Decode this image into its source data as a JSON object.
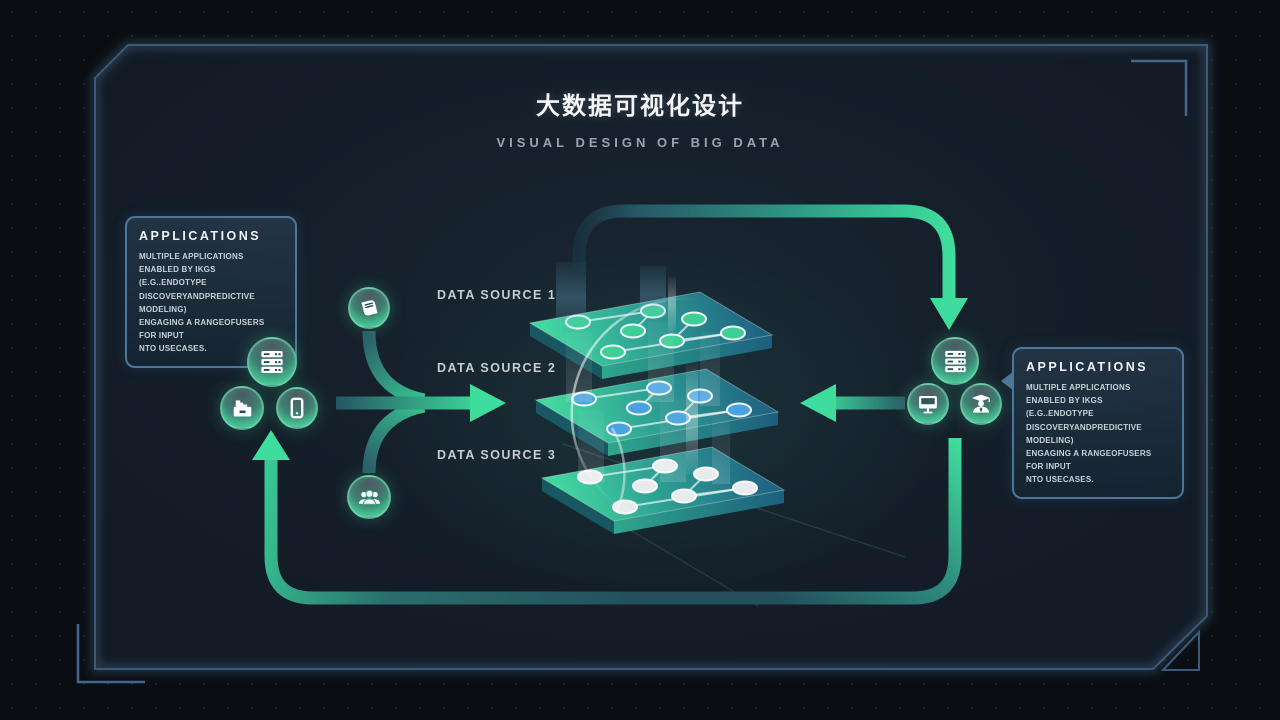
{
  "header": {
    "title_cn": "大数据可视化设计",
    "title_en": "VISUAL DESIGN OF BIG DATA"
  },
  "callouts": {
    "left": {
      "title": "APPLICATIONS",
      "body": "MULTIPLE APPLICATIONS\nENABLED BY IKGS (E.G..ENDOTYPE\nDISCOVERYANDPREDICTIVE MODELING)\nENGAGING A RANGEOFUSERS FOR INPUT\nNTO USECASES."
    },
    "right": {
      "title": "APPLICATIONS",
      "body": "MULTIPLE APPLICATIONS\nENABLED BY IKGS (E.G..ENDOTYPE\nDISCOVERYANDPREDICTIVE MODELING)\nENGAGING A RANGEOFUSERS FOR INPUT\nNTO USECASES."
    }
  },
  "data_sources": [
    {
      "label": "DATA SOURCE 1"
    },
    {
      "label": "DATA SOURCE 2"
    },
    {
      "label": "DATA SOURCE 3"
    }
  ],
  "icon_groups": {
    "left_cluster": [
      "server-icon",
      "archive-box-icon",
      "smartphone-icon"
    ],
    "input_sources": [
      "book-icon",
      "users-icon"
    ],
    "right_cluster": [
      "server-icon",
      "monitor-icon",
      "graduate-icon"
    ]
  },
  "colors": {
    "accent_green": "#3FDD9D",
    "pipe_dark": "#24505E",
    "node_green": "#3ECF96",
    "node_blue": "#4AA3E0",
    "node_white": "#E8EBED",
    "frame_border": "#3C5A78",
    "callout_border": "#4E7698"
  }
}
